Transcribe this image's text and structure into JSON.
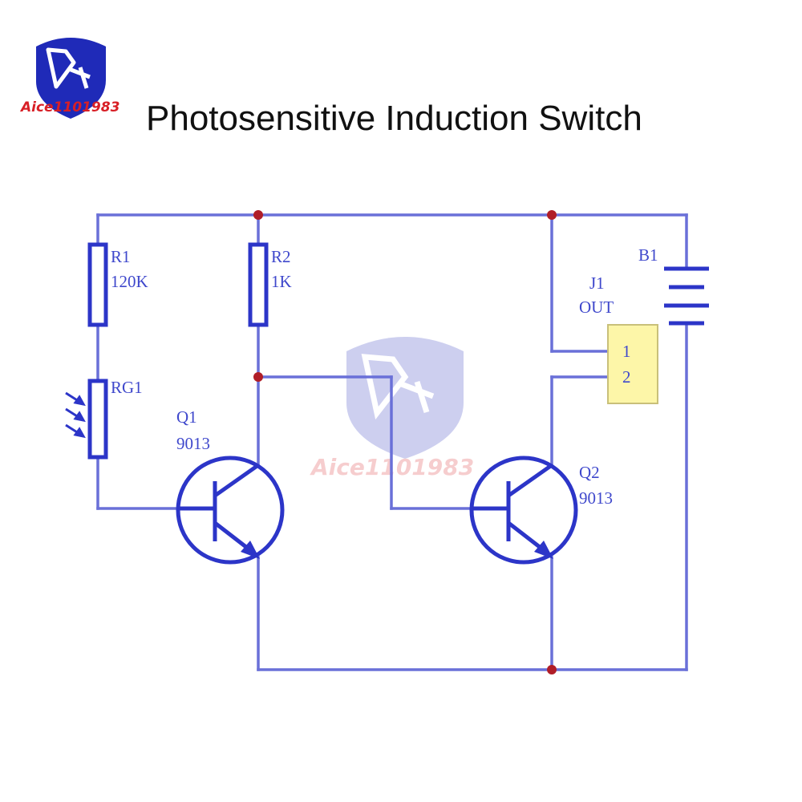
{
  "header": {
    "brand_text": "Aice1101983",
    "title": "Photosensitive Induction Switch"
  },
  "watermark": {
    "text": "Aice1101983"
  },
  "components": {
    "r1": {
      "ref": "R1",
      "value": "120K"
    },
    "r2": {
      "ref": "R2",
      "value": "1K"
    },
    "rg1": {
      "ref": "RG1"
    },
    "q1": {
      "ref": "Q1",
      "value": "9013"
    },
    "q2": {
      "ref": "Q2",
      "value": "9013"
    },
    "b1": {
      "ref": "B1"
    },
    "j1": {
      "ref": "J1",
      "value": "OUT",
      "pin1": "1",
      "pin2": "2"
    }
  },
  "colors": {
    "wire": "#6a70d8",
    "component": "#2c35c8",
    "junction": "#b01e28",
    "connector_fill": "#fdf6a8",
    "logo_blue": "#1f2ab8",
    "logo_red": "#d81f26"
  }
}
